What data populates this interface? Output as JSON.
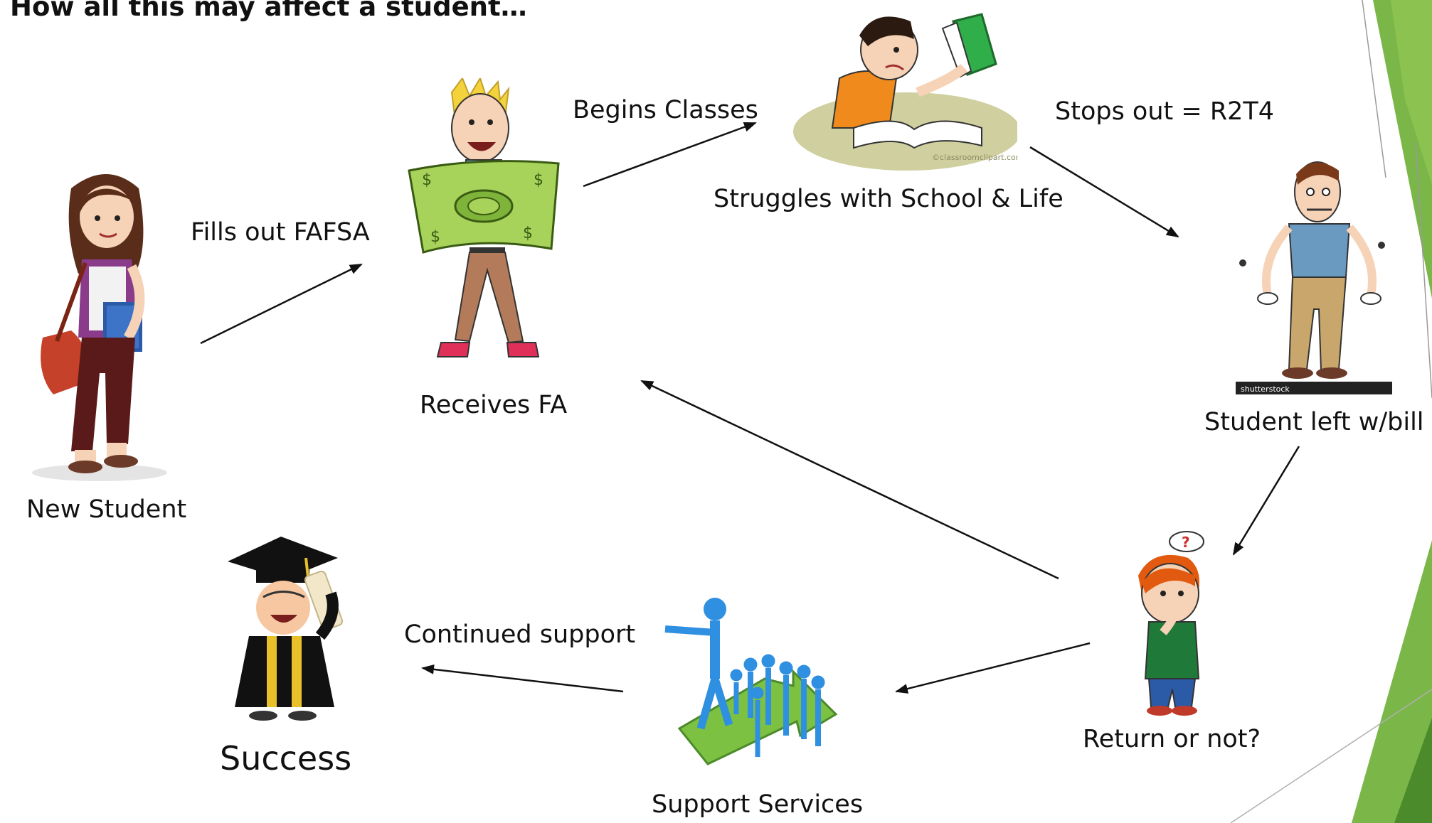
{
  "slide": {
    "title": "How all this may affect a student…"
  },
  "nodes": {
    "new_student": "New Student",
    "receives_fa": "Receives FA",
    "struggles": "Struggles with School & Life",
    "left_with_bill": "Student left w/bill",
    "return_or_not": "Return or not?",
    "support_services": "Support Services",
    "success": "Success"
  },
  "edges": {
    "fills_out_fafsa": "Fills out FAFSA",
    "begins_classes": "Begins Classes",
    "stops_out": "Stops out = R2T4",
    "continued_support": "Continued support"
  },
  "images": {
    "watermark_classroom": "©classroomclipart.com",
    "watermark_shutterstock": "shutterstock"
  },
  "colors": {
    "accent_green": "#7ab648",
    "accent_green_dark": "#4c8b2b",
    "arrow": "#111111"
  }
}
